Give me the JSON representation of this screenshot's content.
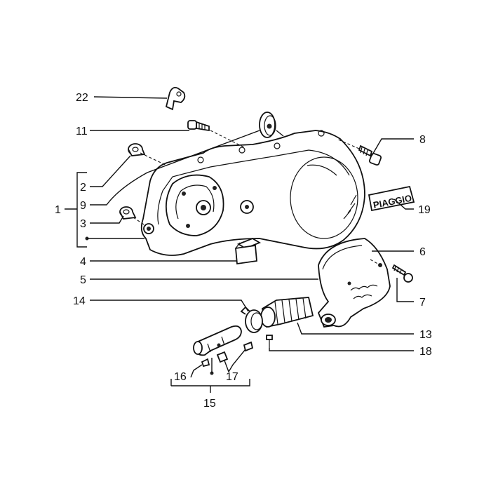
{
  "callouts": {
    "c1": "1",
    "c2": "2",
    "c3": "3",
    "c4": "4",
    "c5": "5",
    "c6": "6",
    "c7": "7",
    "c8": "8",
    "c9": "9",
    "c11": "11",
    "c13": "13",
    "c14": "14",
    "c15": "15",
    "c16": "16",
    "c17": "17",
    "c18": "18",
    "c19": "19",
    "c22": "22"
  },
  "decal_text": "PIAGGIO",
  "colors": {
    "ink": "#111111",
    "paper": "#ffffff"
  }
}
